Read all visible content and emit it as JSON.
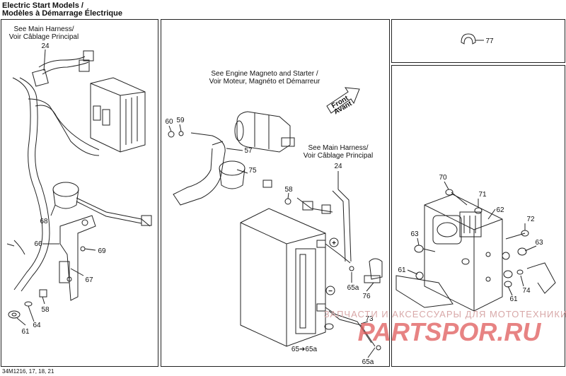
{
  "title": {
    "line1": "Electric Start Models /",
    "line2": "Modèles à Démarrage Électrique"
  },
  "notes": {
    "main_harness_left_1": "See Main Harness/",
    "main_harness_left_2": "Voir Câblage Principal",
    "engine_1": "See Engine Magneto and Starter /",
    "engine_2": "Voir Moteur, Magnéto et Démarreur",
    "main_harness_mid_1": "See Main Harness/",
    "main_harness_mid_2": "Voir Câblage Principal",
    "front_1": "Front",
    "front_2": "Avant",
    "plus": "+",
    "minus": "−"
  },
  "labels": {
    "l24a": "24",
    "l68": "68",
    "l66": "66",
    "l69": "69",
    "l67": "67",
    "l58a": "58",
    "l64": "64",
    "l61a": "61",
    "l60": "60",
    "l59": "59",
    "l57": "57",
    "l75": "75",
    "l58b": "58",
    "l24b": "24",
    "l65a1": "65a",
    "l76": "76",
    "l73": "73",
    "l65": "65➔65a",
    "l65a2": "65a",
    "l77": "77",
    "l70": "70",
    "l71": "71",
    "l62": "62",
    "l72": "72",
    "l63a": "63",
    "l63b": "63",
    "l61b": "61",
    "l61c": "61",
    "l74": "74"
  },
  "watermark": {
    "line1": "ЗАПЧАСТИ И АКСЕССУАРЫ ДЛЯ МОТОТЕХНИКИ",
    "line2": "PARTSPOR.RU"
  },
  "reference": "34M1216, 17, 18, 21"
}
